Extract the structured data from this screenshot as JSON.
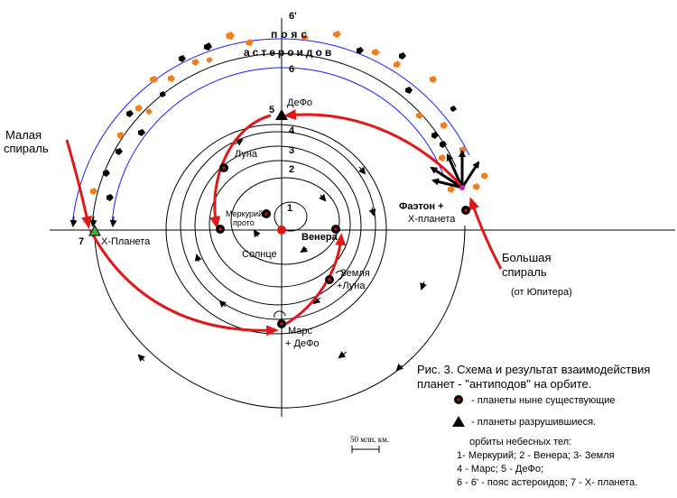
{
  "labels": {
    "orbit_numbers": [
      "1",
      "2",
      "3",
      "4",
      "5",
      "6",
      "6'",
      "7"
    ],
    "belt_word1": "пояс",
    "belt_word2": "астероидов",
    "sun": "Солнце",
    "venus": "Венера",
    "mercury": "Меркурий",
    "proto": "прото",
    "moon": "Луна",
    "earth1": "Земля",
    "earth2": "+Луна",
    "mars1": "Марс",
    "mars2": "+ ДеФо",
    "defo": "ДеФо",
    "phaeton1": "Фаэтон +",
    "phaeton2": "X-планета",
    "xplanet": "X-Планета",
    "small_spiral1": "Малая",
    "small_spiral2": "спираль",
    "big_spiral1": "Большая",
    "big_spiral2": "спираль",
    "from_jupiter": "(от Юпитера)"
  },
  "caption": {
    "line1": "Рис. 3. Схема и результат взаимодействия",
    "line2": "планет - \"антиподов\" на орбите."
  },
  "legend": {
    "existing": "- планеты ныне  существующие",
    "destroyed": "- планеты разрушившиеся."
  },
  "scale": {
    "label": "50 млн. км."
  },
  "orbits_info": {
    "title": "орбиты небесных тел:",
    "line1": "1- Меркурий;  2 - Венера;  3- Земля",
    "line2": "4 -  Марс;  5 -  ДеФо;",
    "line3": "6 -  6' -  пояс  астероидов;  7 -  Х- планета."
  },
  "colors": {
    "spiral": "#e01818",
    "asteroid_orange": "#f07d1e",
    "asteroid_black": "#000000",
    "belt_blue": "#1a1aff",
    "sun": "#d81818",
    "x_planet": "#3cb043"
  }
}
